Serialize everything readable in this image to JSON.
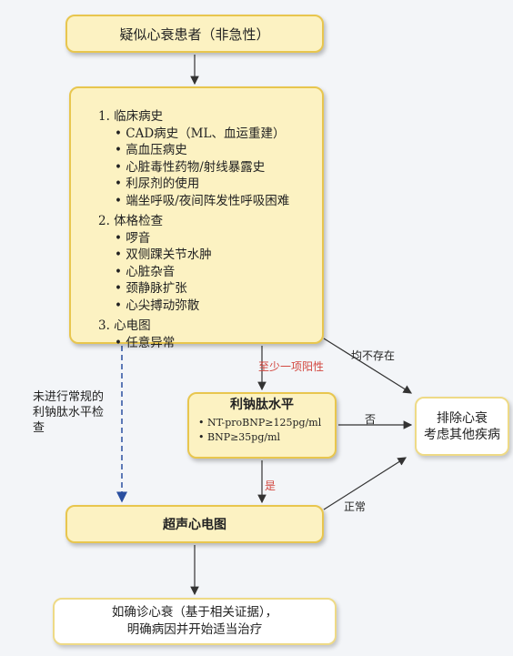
{
  "top_box": "疑似心衰患者（非急性）",
  "criteria": {
    "sections": [
      {
        "title": "1. 临床病史",
        "items": [
          "• CAD病史（ML、血运重建）",
          "• 高血压病史",
          "• 心脏毒性药物/射线暴露史",
          "• 利尿剂的使用",
          "• 端坐呼吸/夜间阵发性呼吸困难"
        ]
      },
      {
        "title": "2. 体格检查",
        "items": [
          "• 啰音",
          "• 双侧踝关节水肿",
          "• 心脏杂音",
          "• 颈静脉扩张",
          "• 心尖搏动弥散"
        ]
      },
      {
        "title": "3. 心电图",
        "items": [
          "• 任意异常"
        ]
      }
    ]
  },
  "labels": {
    "at_least_one": "至少一项阳性",
    "none_present": "均不存在",
    "no": "否",
    "yes": "是",
    "normal": "正常",
    "side_note": "未进行常规的利钠肽水平检查"
  },
  "bnp_box": {
    "title": "利钠肽水平",
    "lines": [
      "• NT-proBNP≥125pg/ml",
      "• BNP≥35pg/ml"
    ]
  },
  "exclude_box": [
    "排除心衰",
    "考虑其他疾病"
  ],
  "echo_box": "超声心电图",
  "final_box": [
    "如确诊心衰（基于相关证据），",
    "明确病因并开始适当治疗"
  ],
  "colors": {
    "box_fill": "#fcf2c2",
    "box_border": "#e8c64e",
    "dashed_arrow": "#2a4fa0",
    "positive_label": "#d2473f"
  }
}
